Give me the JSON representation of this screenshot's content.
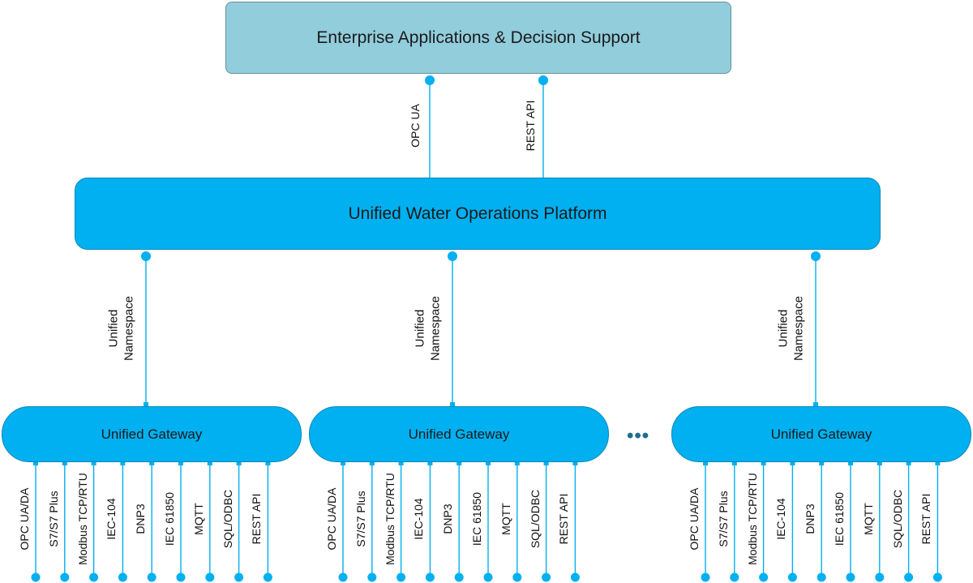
{
  "top_box": {
    "label": "Enterprise Applications & Decision Support"
  },
  "upper_links": [
    "OPC UA",
    "REST API"
  ],
  "platform": {
    "label": "Unified Water Operations Platform"
  },
  "namespace_label": {
    "line1": "Unified",
    "line2": "Namespace"
  },
  "gateways": [
    {
      "label": "Unified Gateway"
    },
    {
      "label": "Unified Gateway"
    },
    {
      "label": "Unified Gateway"
    }
  ],
  "ellipsis": "•••",
  "protocols": [
    "OPC UA/DA",
    "S7/S7 Plus",
    "Modbus TCP/RTU",
    "IEC-104",
    "DNP3",
    "IEC 61850",
    "MQTT",
    "SQL/ODBC",
    "REST API"
  ],
  "colors": {
    "enterprise_fill": "#92cddc",
    "platform_fill": "#00b0f0",
    "connector": "#00b0f0"
  }
}
